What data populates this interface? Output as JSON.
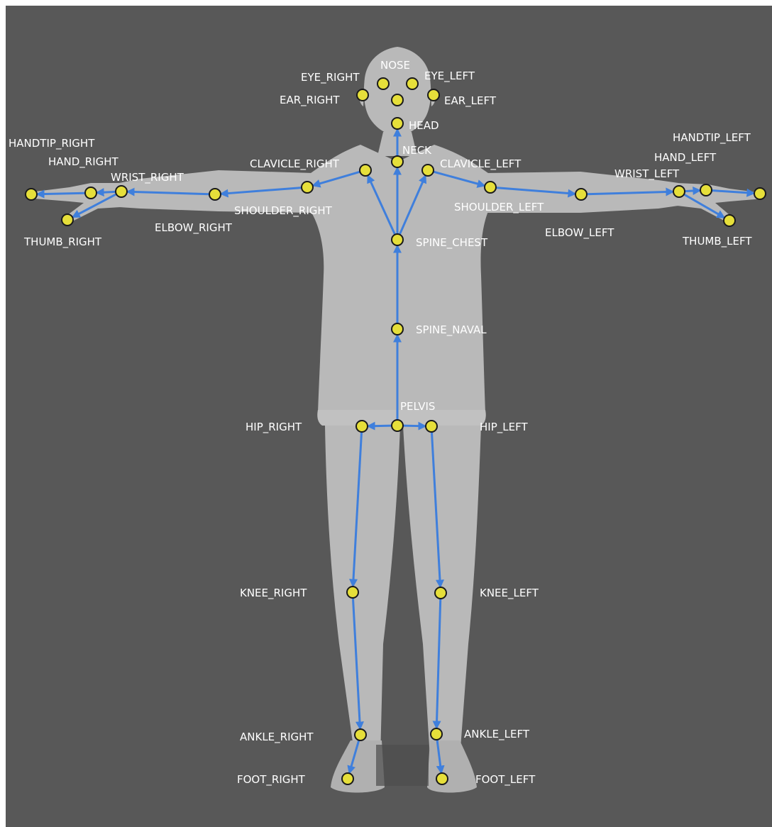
{
  "diagram": {
    "colors": {
      "background": "#585858",
      "body": "#b9b9b9",
      "bone": "#3f7fdc",
      "joint_fill": "#e6df3a",
      "joint_stroke": "#1a1a1a",
      "label": "#ffffff"
    },
    "joints": {
      "nose": "NOSE",
      "eye_right": "EYE_RIGHT",
      "eye_left": "EYE_LEFT",
      "ear_right": "EAR_RIGHT",
      "ear_left": "EAR_LEFT",
      "head": "HEAD",
      "neck": "NECK",
      "clavicle_right": "CLAVICLE_RIGHT",
      "clavicle_left": "CLAVICLE_LEFT",
      "shoulder_right": "SHOULDER_RIGHT",
      "shoulder_left": "SHOULDER_LEFT",
      "elbow_right": "ELBOW_RIGHT",
      "elbow_left": "ELBOW_LEFT",
      "wrist_right": "WRIST_RIGHT",
      "wrist_left": "WRIST_LEFT",
      "hand_right": "HAND_RIGHT",
      "hand_left": "HAND_LEFT",
      "handtip_right": "HANDTIP_RIGHT",
      "handtip_left": "HANDTIP_LEFT",
      "thumb_right": "THUMB_RIGHT",
      "thumb_left": "THUMB_LEFT",
      "spine_chest": "SPINE_CHEST",
      "spine_naval": "SPINE_NAVAL",
      "pelvis": "PELVIS",
      "hip_right": "HIP_RIGHT",
      "hip_left": "HIP_LEFT",
      "knee_right": "KNEE_RIGHT",
      "knee_left": "KNEE_LEFT",
      "ankle_right": "ANKLE_RIGHT",
      "ankle_left": "ANKLE_LEFT",
      "foot_right": "FOOT_RIGHT",
      "foot_left": "FOOT_LEFT"
    },
    "bones": [
      [
        "pelvis",
        "spine_naval"
      ],
      [
        "spine_naval",
        "spine_chest"
      ],
      [
        "spine_chest",
        "neck"
      ],
      [
        "neck",
        "head"
      ],
      [
        "spine_chest",
        "clavicle_right"
      ],
      [
        "spine_chest",
        "clavicle_left"
      ],
      [
        "clavicle_right",
        "shoulder_right"
      ],
      [
        "shoulder_right",
        "elbow_right"
      ],
      [
        "elbow_right",
        "wrist_right"
      ],
      [
        "wrist_right",
        "hand_right"
      ],
      [
        "hand_right",
        "handtip_right"
      ],
      [
        "wrist_right",
        "thumb_right"
      ],
      [
        "clavicle_left",
        "shoulder_left"
      ],
      [
        "shoulder_left",
        "elbow_left"
      ],
      [
        "elbow_left",
        "wrist_left"
      ],
      [
        "wrist_left",
        "hand_left"
      ],
      [
        "hand_left",
        "handtip_left"
      ],
      [
        "wrist_left",
        "thumb_left"
      ],
      [
        "pelvis",
        "hip_right"
      ],
      [
        "pelvis",
        "hip_left"
      ],
      [
        "hip_right",
        "knee_right"
      ],
      [
        "knee_right",
        "ankle_right"
      ],
      [
        "ankle_right",
        "foot_right"
      ],
      [
        "hip_left",
        "knee_left"
      ],
      [
        "knee_left",
        "ankle_left"
      ],
      [
        "ankle_left",
        "foot_left"
      ]
    ]
  }
}
